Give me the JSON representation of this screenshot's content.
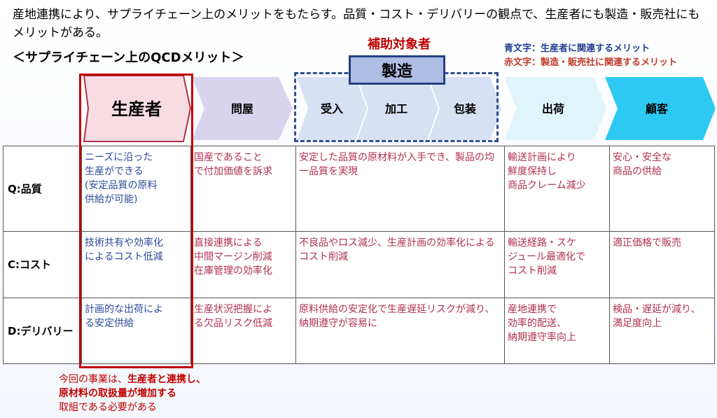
{
  "intro": "産地連携により、サプライチェーン上のメリットをもたらす。品質・コスト・デリバリーの観点で、生産者にも製造・販売社にもメリットがある。",
  "subtitle": "＜サプライチェーン上のQCDメリット＞",
  "legend": {
    "blue": "青文字：生産者に関連するメリット",
    "red": "赤文字：製造・販売社に関連するメリット"
  },
  "subsidy_label": "補助対象者",
  "manufacturing_label": "製造",
  "stages": [
    "生産者",
    "問屋",
    "受入",
    "加工",
    "包装",
    "出荷",
    "顧客"
  ],
  "rows": [
    {
      "head": "Q:品質",
      "producer": "ニーズに沿った\n生産ができる\n(安定品質の原料\n供給が可能)",
      "wholesaler": "国産であること\nで付加価値を訴求",
      "mfg": "安定した品質の原材料が入手でき、製品の均一品質を実現",
      "shipping": "輸送計画により\n鮮度保持し\n商品クレーム減少",
      "customer": "安心・安全な\n商品の供給"
    },
    {
      "head": "C:コスト",
      "producer": "技術共有や効率化\nによるコスト低減",
      "wholesaler": "直接連携による\n中間マージン削減\n在庫管理の効率化",
      "mfg": "不良品やロス減少、生産計画の効率化によるコスト削減",
      "shipping": "輸送経路・スケ\nジュール最適化で\nコスト削減",
      "customer": "適正価格で販売"
    },
    {
      "head": "D:デリバリー",
      "producer": "計画的な出荷によ\nる安定供給",
      "wholesaler": "生産状況把握によ\nる欠品リスク低減",
      "mfg": "原料供給の安定化で生産遅延リスクが減り、納期遵守が容易に",
      "shipping": "産地連携で\n効率的配送、\n納期遵守率向上",
      "customer": "検品・遅延が減り、\n満足度向上"
    }
  ],
  "note": {
    "line1_plain": "今回の事業は、",
    "line1_bold": "生産者と連携し、",
    "line2_bold": "原材料の取扱量が増加する",
    "line3_plain": "取組である必要がある"
  },
  "colors": {
    "producer_border": "#c00000",
    "blue_text": "#2b4a9c",
    "red_text": "#b03050",
    "manufacturing_fill": "#aebde3",
    "customer_fill": "#2ec9f2"
  }
}
